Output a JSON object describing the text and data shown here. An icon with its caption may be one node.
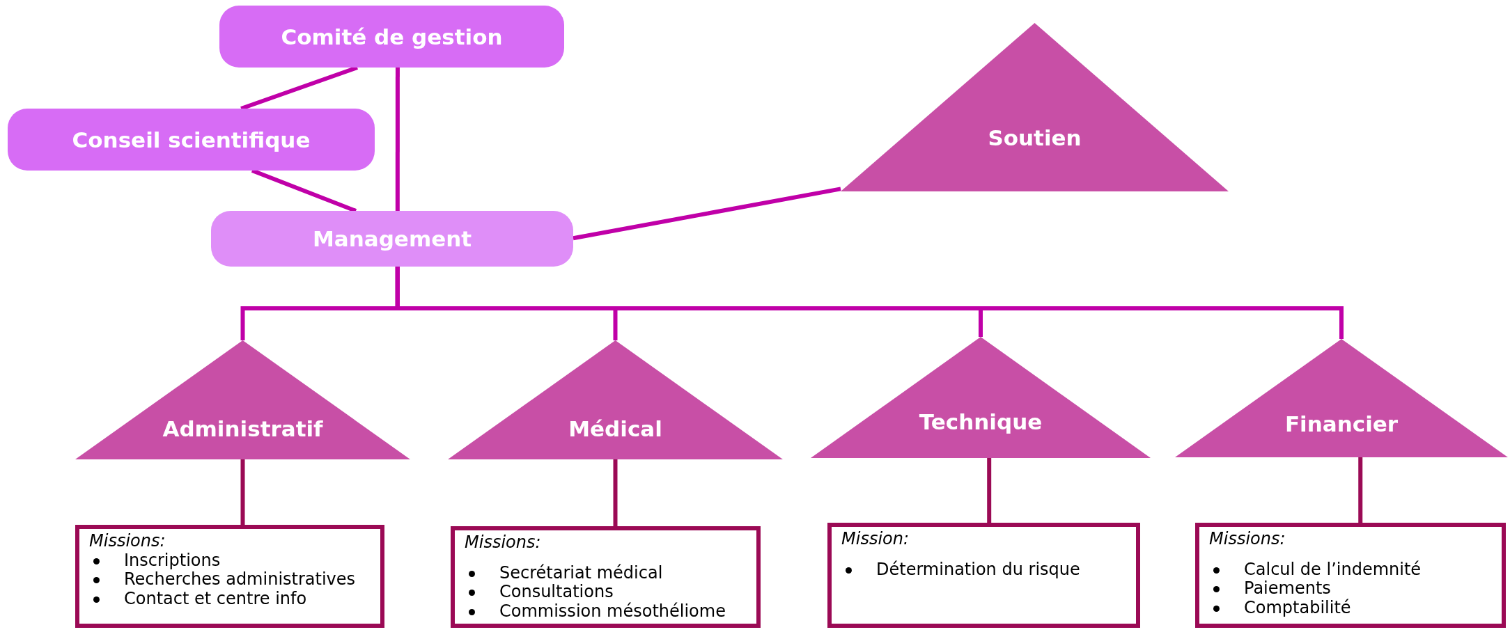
{
  "diagram": {
    "nodes": [
      {
        "text": [
          "Comité de gestion"
        ]
      },
      {
        "text": [
          "Conseil scientifique"
        ]
      },
      {
        "text": [
          "Management"
        ]
      },
      {
        "text": [
          "Soutien"
        ]
      },
      {
        "text": [
          "Administratif"
        ]
      },
      {
        "text": [
          "Missions:",
          "Inscriptions",
          "Recherches administratives",
          "Contact et centre info"
        ]
      },
      {
        "text": [
          "Médical"
        ]
      },
      {
        "text": [
          "Missions:",
          "Secrétariat médical",
          "Consultations",
          "Commission mésothéliome"
        ]
      },
      {
        "text": [
          "Technique"
        ]
      },
      {
        "text": [
          "Mission:",
          "Détermination du risque"
        ]
      },
      {
        "text": [
          "Financier"
        ]
      },
      {
        "text": [
          "Missions:",
          "Calcul de l’indemnité",
          "Paiements",
          "Comptabilité"
        ]
      }
    ],
    "edges": [
      {
        "from": 0,
        "to": 1,
        "arrow": "none"
      },
      {
        "from": 0,
        "to": 2,
        "arrow": "none"
      },
      {
        "from": 1,
        "to": 2,
        "arrow": "none"
      },
      {
        "from": 2,
        "to": 3,
        "arrow": "none"
      },
      {
        "from": 2,
        "to": 4,
        "arrow": "none"
      },
      {
        "from": 2,
        "to": 6,
        "arrow": "none"
      },
      {
        "from": 2,
        "to": 8,
        "arrow": "none"
      },
      {
        "from": 2,
        "to": 10,
        "arrow": "none"
      },
      {
        "from": 4,
        "to": 5,
        "arrow": "none",
        "color": "#9b0a55"
      },
      {
        "from": 6,
        "to": 7,
        "arrow": "none",
        "color": "#9b0a55"
      },
      {
        "from": 8,
        "to": 9,
        "arrow": "none",
        "color": "#9b0a55"
      },
      {
        "from": 10,
        "to": 11,
        "arrow": "none",
        "color": "#9b0a55"
      }
    ]
  }
}
